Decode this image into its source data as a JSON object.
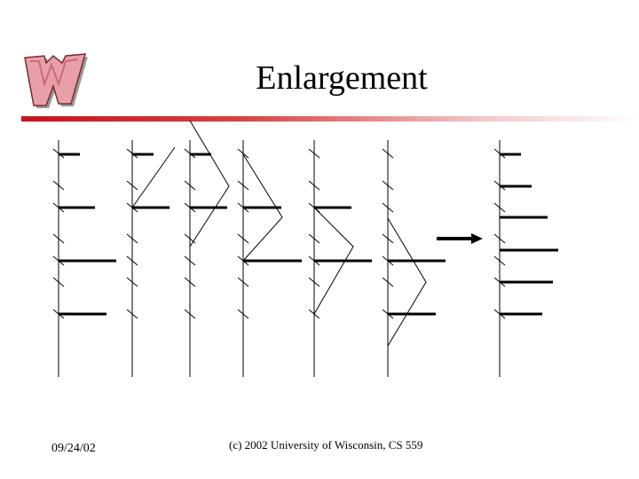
{
  "slide": {
    "title": "Enlargement",
    "footer_date": "09/24/02",
    "footer_copyright": "(c) 2002 University of Wisconsin, CS 559"
  },
  "logo": {
    "letter": "W",
    "colors": {
      "fill": "#e8a0a8",
      "outline": "#7a2a30",
      "shadow": "#9a9a9a"
    }
  },
  "accent_color": "#c8121b",
  "diagram": {
    "description_free": true,
    "columns": 7,
    "note": ""
  }
}
